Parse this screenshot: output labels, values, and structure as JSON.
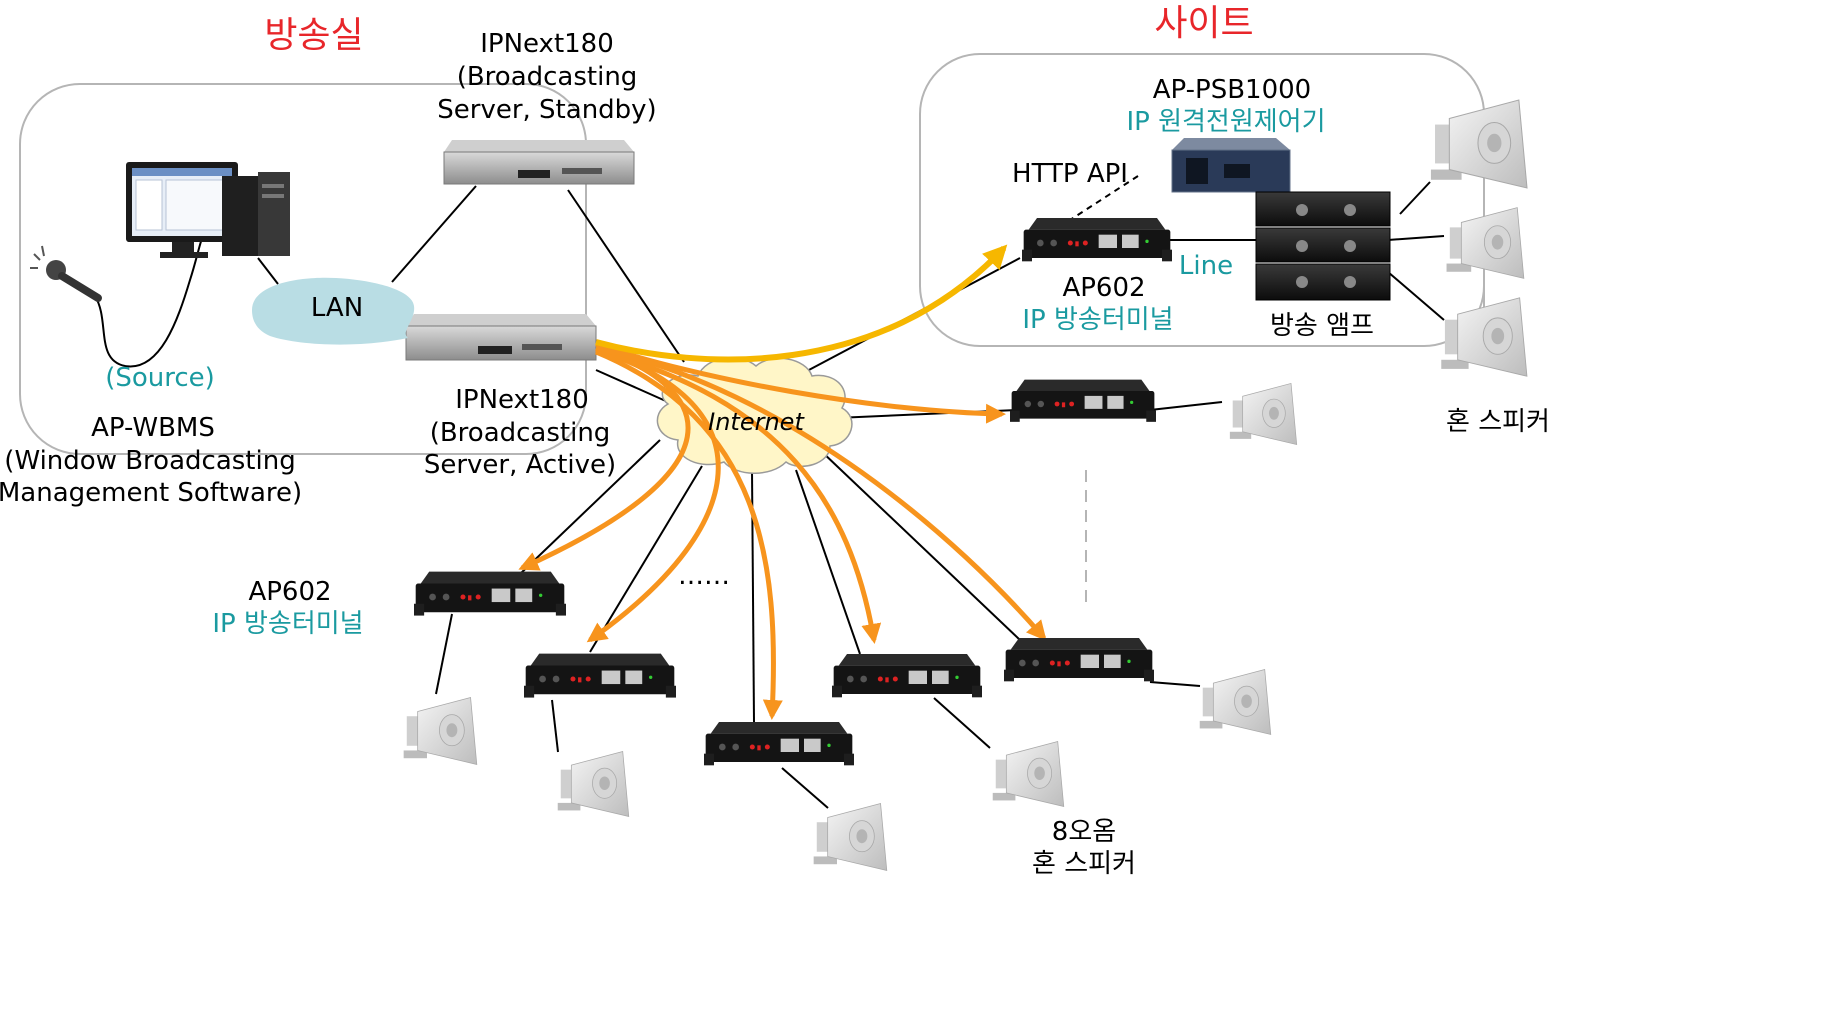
{
  "labels": {
    "broadcast_room": "방송실",
    "site": "사이트",
    "standby_server_line1": "IPNext180",
    "standby_server_line2": "(Broadcasting",
    "standby_server_line3": "Server, Standby)",
    "active_server_line1": "IPNext180",
    "active_server_line2": "(Broadcasting",
    "active_server_line3": "Server, Active)",
    "lan": "LAN",
    "source": "(Source)",
    "wbms_line1": "AP-WBMS",
    "wbms_line2": "(Window Broadcasting",
    "wbms_line3": "Management Software)",
    "psb_model": "AP-PSB1000",
    "psb_desc": "IP 원격전원제어기",
    "http_api": "HTTP API",
    "ap602_site_model": "AP602",
    "ap602_site_desc": "IP 방송터미널",
    "line": "Line",
    "amp": "방송 앰프",
    "horn_speaker_site": "혼 스피커",
    "internet": "Internet",
    "ap602_model": "AP602",
    "ap602_desc": "IP 방송터미널",
    "ellipsis": "……",
    "horn_8ohm_line1": "8오옴",
    "horn_8ohm_line2": "혼 스피커"
  },
  "colors": {
    "red_title": "#e8262a",
    "teal": "#1a9aa0",
    "arrow": "#f7941d",
    "arrow_yellow": "#f6b700",
    "lan_fill": "#b9dde4",
    "cloud_fill": "#fff6c8",
    "box_border": "#b5b5b5"
  }
}
